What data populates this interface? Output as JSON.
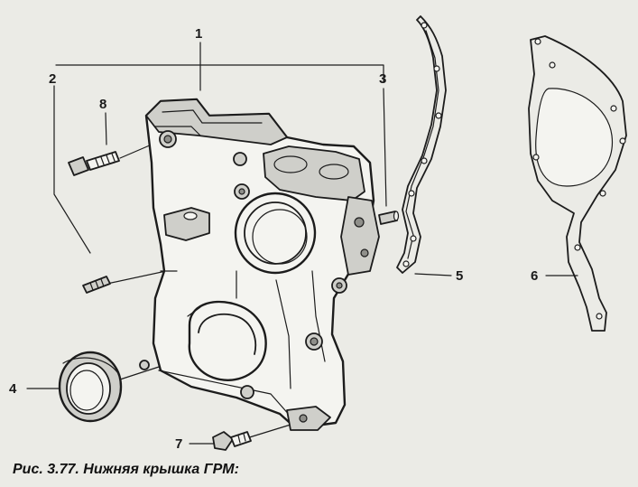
{
  "figure": {
    "caption": "Рис. 3.77. Нижняя крышка ГРМ:",
    "callouts": [
      "1",
      "2",
      "3",
      "4",
      "5",
      "6",
      "7",
      "8"
    ]
  }
}
